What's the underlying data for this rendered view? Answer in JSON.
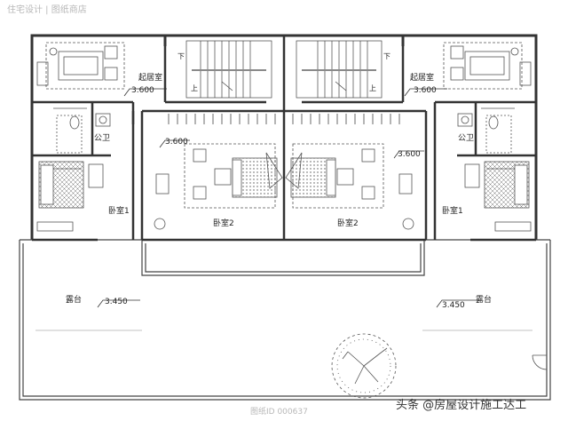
{
  "watermark_top": "住宅设计 | 图纸商店",
  "watermark_bottom": "图纸ID 000637",
  "credit": "头条 @房屋设计施工达工",
  "rooms": {
    "living_left": "起居室",
    "living_right": "起居室",
    "bath_left": "公卫",
    "bath_right": "公卫",
    "bed1_left": "卧室1",
    "bed1_right": "卧室1",
    "bed2_left": "卧室2",
    "bed2_right": "卧室2",
    "terrace_left": "露台",
    "terrace_right": "露台"
  },
  "levels": {
    "living_left": "3.600",
    "living_right": "3.600",
    "bed2_left": "3.600",
    "bed2_right": "3.600",
    "terrace_left": "3.450",
    "terrace_right": "3.450"
  },
  "stairs": {
    "down_left": "下",
    "up_left": "上",
    "down_right": "下",
    "up_right": "上"
  },
  "colors": {
    "wall": "#333333",
    "line": "#444444",
    "fixture": "#666666"
  }
}
